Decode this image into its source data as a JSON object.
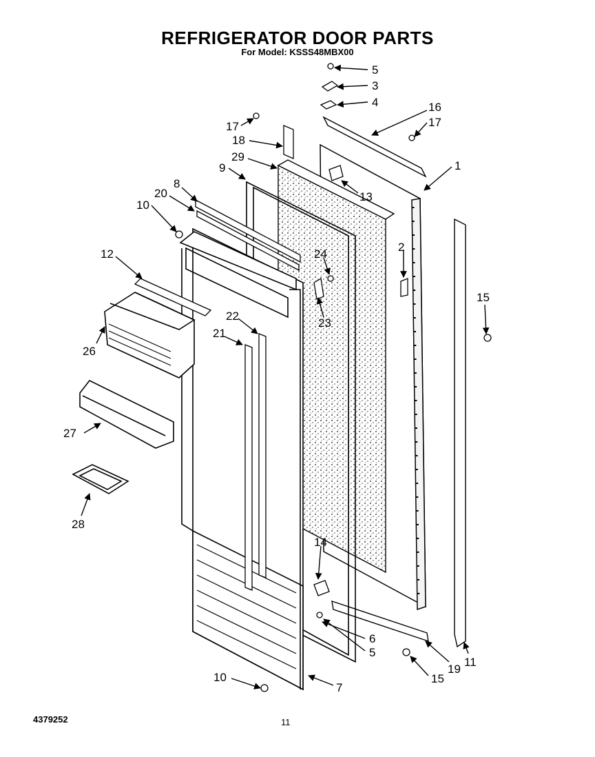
{
  "page": {
    "title": "REFRIGERATOR DOOR PARTS",
    "subtitle": "For Model: KSSS48MBX00",
    "doc_number": "4379252",
    "page_number": "11"
  },
  "callouts": [
    {
      "id": "c5a",
      "label": "5"
    },
    {
      "id": "c3",
      "label": "3"
    },
    {
      "id": "c4",
      "label": "4"
    },
    {
      "id": "c16",
      "label": "16"
    },
    {
      "id": "c17a",
      "label": "17"
    },
    {
      "id": "c17b",
      "label": "17"
    },
    {
      "id": "c18",
      "label": "18"
    },
    {
      "id": "c29",
      "label": "29"
    },
    {
      "id": "c9",
      "label": "9"
    },
    {
      "id": "c1",
      "label": "1"
    },
    {
      "id": "c13",
      "label": "13"
    },
    {
      "id": "c8",
      "label": "8"
    },
    {
      "id": "c20",
      "label": "20"
    },
    {
      "id": "c10a",
      "label": "10"
    },
    {
      "id": "c2",
      "label": "2"
    },
    {
      "id": "c12",
      "label": "12"
    },
    {
      "id": "c24",
      "label": "24"
    },
    {
      "id": "c15a",
      "label": "15"
    },
    {
      "id": "c23",
      "label": "23"
    },
    {
      "id": "c22",
      "label": "22"
    },
    {
      "id": "c21",
      "label": "21"
    },
    {
      "id": "c26",
      "label": "26"
    },
    {
      "id": "c27",
      "label": "27"
    },
    {
      "id": "c28",
      "label": "28"
    },
    {
      "id": "c14",
      "label": "14"
    },
    {
      "id": "c6",
      "label": "6"
    },
    {
      "id": "c5b",
      "label": "5"
    },
    {
      "id": "c19",
      "label": "19"
    },
    {
      "id": "c11",
      "label": "11"
    },
    {
      "id": "c15b",
      "label": "15"
    },
    {
      "id": "c10b",
      "label": "10"
    },
    {
      "id": "c7",
      "label": "7"
    }
  ]
}
